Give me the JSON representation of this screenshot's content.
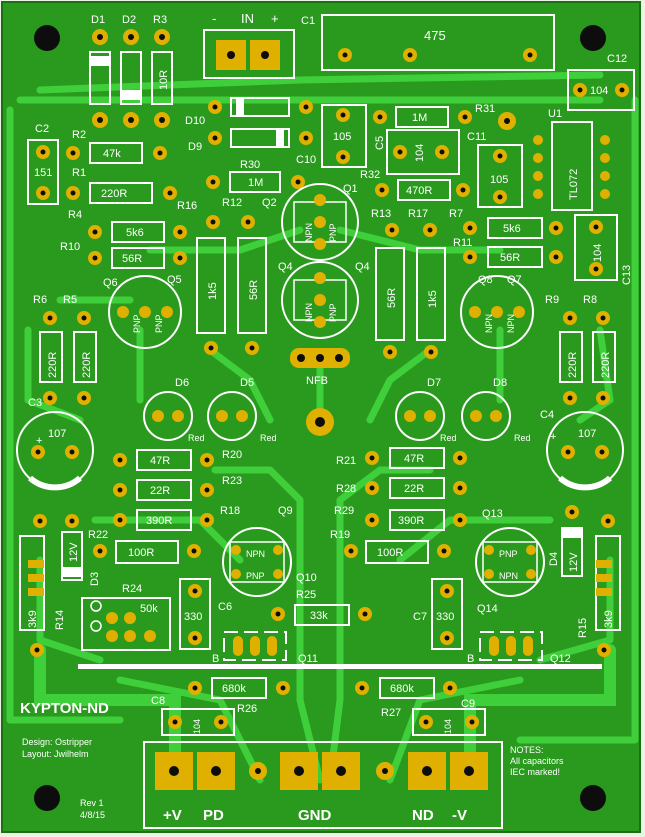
{
  "board": {
    "colors": {
      "board": "#2a9a1e",
      "copper": "#3fcf3a",
      "pad": "#e0b000",
      "silk": "#ffffff",
      "hole": "#0d0d0d"
    },
    "title": "KYPTON-ND",
    "design": "Design: Ostripper",
    "layout": "Layout: Jwilhelm",
    "rev": "Rev 1",
    "date": "4/8/15",
    "notes": [
      "NOTES:",
      "All capacitors",
      "IEC marked!"
    ],
    "input_header": {
      "minus": "-",
      "label": "IN",
      "plus": "+"
    },
    "terminals": {
      "v_pos": "+V",
      "pd": "PD",
      "gnd": "GND",
      "nd": "ND",
      "v_neg": "-V"
    },
    "nfb": "NFB",
    "labels": {
      "D1": "D1",
      "D2": "D2",
      "R3": "R3",
      "C1": "C1",
      "C12": "C12",
      "C2": "C2",
      "R2": "R2",
      "R1": "R1",
      "D10": "D10",
      "D9": "D9",
      "R30": "R30",
      "C10": "C10",
      "C5": "C5",
      "R31": "R31",
      "C11": "C11",
      "U1": "U1",
      "R32": "R32",
      "Q1": "Q1",
      "R16": "R16",
      "R12": "R12",
      "Q2": "Q2",
      "R13": "R13",
      "R17": "R17",
      "R7": "R7",
      "R4": "R4",
      "R10": "R10",
      "R11": "R11",
      "C13": "C13",
      "Q6": "Q6",
      "Q5": "Q5",
      "Q4a": "Q4",
      "Q4b": "Q4",
      "Q8": "Q8",
      "Q7": "Q7",
      "R6": "R6",
      "R5": "R5",
      "R9": "R9",
      "R8": "R8",
      "C3": "C3",
      "C4": "C4",
      "D6": "D6",
      "D5": "D5",
      "D7": "D7",
      "D8": "D8",
      "R20": "R20",
      "R21": "R21",
      "R23": "R23",
      "R28": "R28",
      "R18": "R18",
      "R29": "R29",
      "Q9": "Q9",
      "Q13": "Q13",
      "R22": "R22",
      "R19": "R19",
      "D3": "D3",
      "D4": "D4",
      "R24": "R24",
      "Q10": "Q10",
      "R25": "R25",
      "R14": "R14",
      "R15": "R15",
      "C6": "C6",
      "C7": "C7",
      "Q14": "Q14",
      "Q11": "Q11",
      "Q12": "Q12",
      "B1": "B",
      "B2": "B",
      "C8": "C8",
      "C9": "C9",
      "R26": "R26",
      "R27": "R27"
    },
    "values": {
      "R3": "10R",
      "C1": "475",
      "C12": "104",
      "C2": "151",
      "R2": "47k",
      "R1": "220R",
      "R30": "1M",
      "C10": "105",
      "R31": "1M",
      "C5": "104",
      "C11": "105",
      "U1": "TL072",
      "R32": "470R",
      "R4": "5k6",
      "R10": "56R",
      "R7": "5k6",
      "R11": "56R",
      "C13": "104",
      "R16": "1k5",
      "R12": "56R",
      "R13": "56R",
      "R17": "1k5",
      "R6": "220R",
      "R5": "220R",
      "R9": "220R",
      "R8": "220R",
      "C3": "107",
      "C4": "107",
      "R20": "47R",
      "R23": "22R",
      "R18": "390R",
      "R21": "47R",
      "R28": "22R",
      "R29": "390R",
      "R22": "100R",
      "R19": "100R",
      "D3": "12V",
      "D4": "12V",
      "R24": "50k",
      "R25": "33k",
      "C6": "330",
      "C7": "330",
      "R14": "3k9",
      "R15": "3k9",
      "R26": "680k",
      "R27": "680k",
      "C8": "104",
      "C9": "104"
    },
    "transistor_marks": {
      "npn": "NPN",
      "pnp": "PNP",
      "red": "Red"
    }
  }
}
